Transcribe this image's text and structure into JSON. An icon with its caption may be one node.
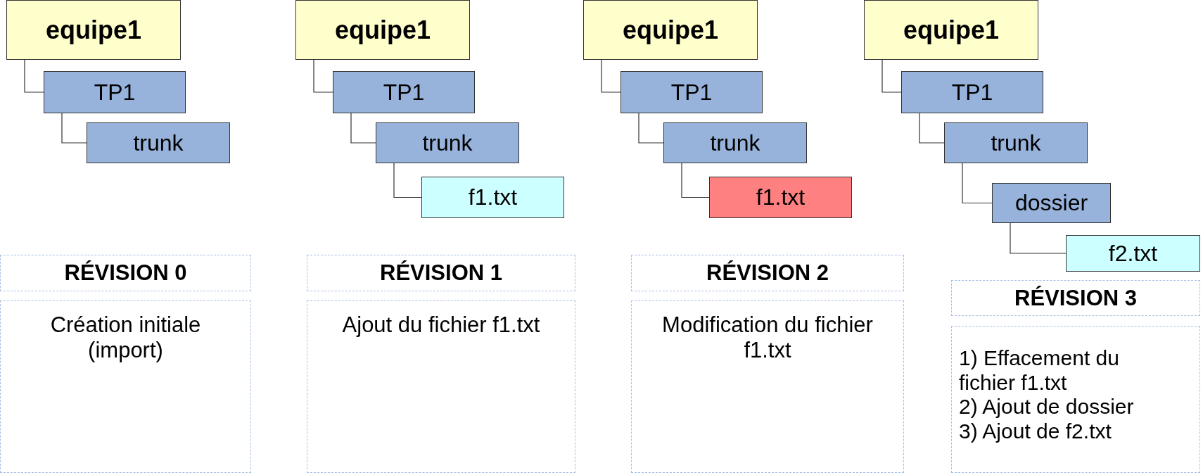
{
  "diagram": {
    "nodes": [
      {
        "text": [
          "equipe1"
        ]
      },
      {
        "text": [
          "TP1"
        ]
      },
      {
        "text": [
          "trunk"
        ]
      },
      {
        "text": [
          "RÉVISION 0"
        ]
      },
      {
        "text": [
          "Création initiale (import)"
        ]
      },
      {
        "text": [
          "equipe1"
        ]
      },
      {
        "text": [
          "TP1"
        ]
      },
      {
        "text": [
          "trunk"
        ]
      },
      {
        "text": [
          "f1.txt"
        ]
      },
      {
        "text": [
          "RÉVISION 1"
        ]
      },
      {
        "text": [
          "Ajout du fichier f1.txt"
        ]
      },
      {
        "text": [
          "equipe1"
        ]
      },
      {
        "text": [
          "TP1"
        ]
      },
      {
        "text": [
          "trunk"
        ]
      },
      {
        "text": [
          "f1.txt"
        ]
      },
      {
        "text": [
          "RÉVISION 2"
        ]
      },
      {
        "text": [
          "Modification du fichier f1.txt"
        ]
      },
      {
        "text": [
          "equipe1"
        ]
      },
      {
        "text": [
          "TP1"
        ]
      },
      {
        "text": [
          "trunk"
        ]
      },
      {
        "text": [
          "dossier"
        ]
      },
      {
        "text": [
          "f2.txt"
        ]
      },
      {
        "text": [
          "RÉVISION 3"
        ]
      },
      {
        "text": [
          "1) Effacement du fichier f1.txt",
          "2) Ajout de dossier",
          "3) Ajout de f2.txt"
        ]
      }
    ],
    "edges": [
      {
        "from": 0,
        "to": 1,
        "arrow": "none"
      },
      {
        "from": 1,
        "to": 2,
        "arrow": "none"
      },
      {
        "from": 5,
        "to": 6,
        "arrow": "none"
      },
      {
        "from": 6,
        "to": 7,
        "arrow": "none"
      },
      {
        "from": 7,
        "to": 8,
        "arrow": "none"
      },
      {
        "from": 11,
        "to": 12,
        "arrow": "none"
      },
      {
        "from": 12,
        "to": 13,
        "arrow": "none"
      },
      {
        "from": 13,
        "to": 14,
        "arrow": "none"
      },
      {
        "from": 17,
        "to": 18,
        "arrow": "none"
      },
      {
        "from": 18,
        "to": 19,
        "arrow": "none"
      },
      {
        "from": 19,
        "to": 20,
        "arrow": "none"
      },
      {
        "from": 20,
        "to": 21,
        "arrow": "none"
      }
    ]
  }
}
